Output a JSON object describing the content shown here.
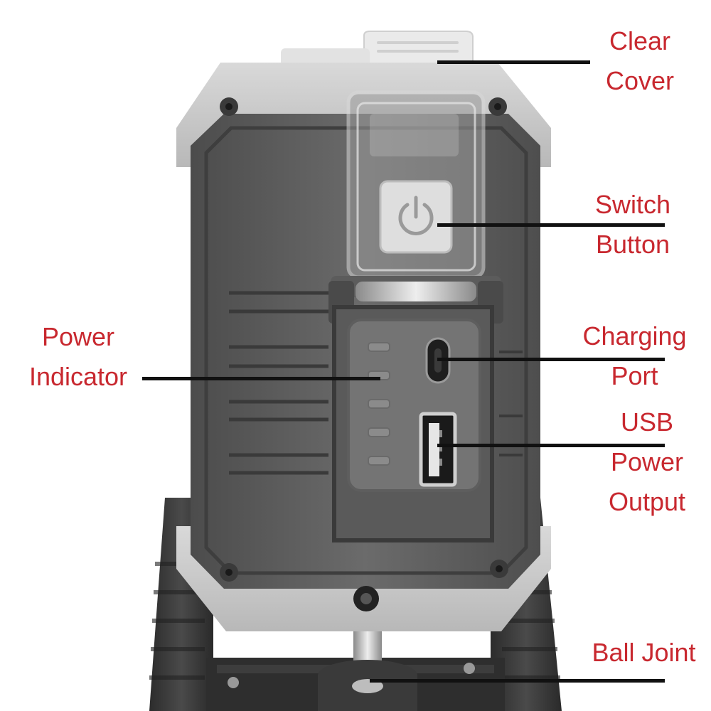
{
  "callouts": {
    "clear_cover": {
      "line1": "Clear",
      "line2": "Cover"
    },
    "switch_button": {
      "line1": "Switch",
      "line2": "Button"
    },
    "power_indicator": {
      "line1": "Power",
      "line2": "Indicator"
    },
    "charging_port": {
      "line1": "Charging",
      "line2": "Port"
    },
    "usb_power_output": {
      "line1": "USB",
      "line2": "Power",
      "line3": "Output"
    },
    "ball_joint": {
      "line1": "Ball Joint"
    }
  },
  "colors": {
    "label": "#c8282f",
    "leader_line": "#111111",
    "housing_dark": "#5f5f5f",
    "bumper_light": "#c9c9c9"
  }
}
